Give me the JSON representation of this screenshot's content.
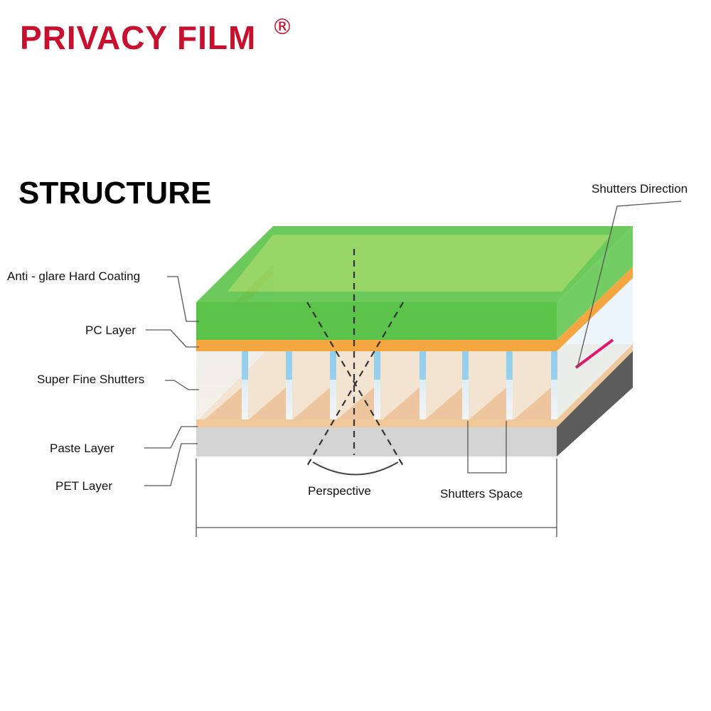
{
  "brand": {
    "name": "PRIVACY FILM",
    "mark": "®",
    "color": "#c8102e"
  },
  "section_title": "STRUCTURE",
  "layers": {
    "anti_glare": "Anti - glare Hard Coating",
    "pc": "PC Layer",
    "shutters": "Super Fine Shutters",
    "paste": "Paste Layer",
    "pet": "PET Layer"
  },
  "annotations": {
    "shutters_direction": "Shutters Direction",
    "perspective": "Perspective",
    "shutters_space": "Shutters Space"
  },
  "colors": {
    "anti_glare": "#5cc34a",
    "pc": "#f4a640",
    "shutters": "#7fc6ea",
    "paste": "#f0c89a",
    "pet": "#d4d4d4",
    "pet_side": "#5c5c5c",
    "direction_mark": "#e0186c"
  }
}
